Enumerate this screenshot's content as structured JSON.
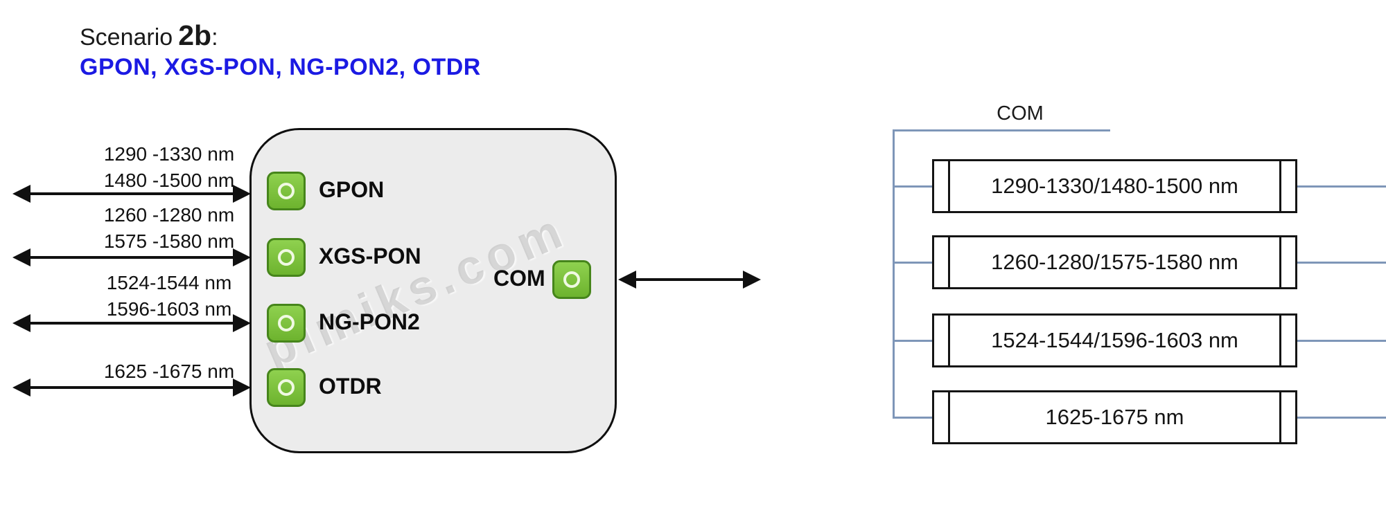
{
  "title": {
    "prefix": "Scenario",
    "number": "2b",
    "colon": ":",
    "subtitle": "GPON, XGS-PON, NG-PON2, OTDR"
  },
  "splitter": {
    "ports": [
      {
        "label": "GPON",
        "wl1": "1290 -1330 nm",
        "wl2": "1480 -1500 nm"
      },
      {
        "label": "XGS-PON",
        "wl1": "1260 -1280 nm",
        "wl2": "1575 -1580 nm"
      },
      {
        "label": "NG-PON2",
        "wl1": "1524-1544 nm",
        "wl2": "1596-1603 nm"
      },
      {
        "label": "OTDR",
        "wl1": "1625 -1675 nm"
      }
    ],
    "com_label": "COM",
    "watermark": "pimiks.com"
  },
  "filter_bank": {
    "com_label": "COM",
    "filters": [
      "1290-1330/1480-1500 nm",
      "1260-1280/1575-1580 nm",
      "1524-1544/1596-1603 nm",
      "1625-1675 nm"
    ]
  },
  "colors": {
    "subtitle_blue": "#1b1ae3",
    "port_green": "#7cc23f",
    "port_green_border": "#46851b",
    "connector_blue": "#7e96b8",
    "device_fill": "#ececec"
  }
}
